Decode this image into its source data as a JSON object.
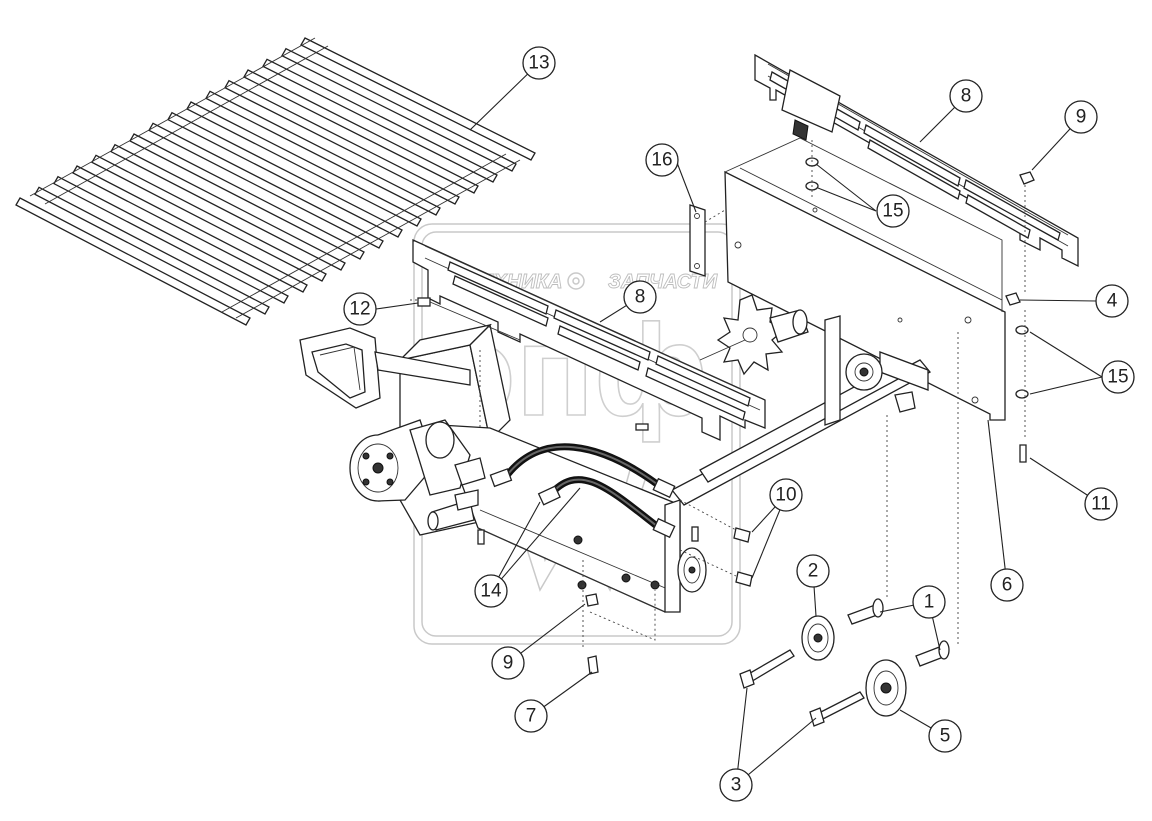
{
  "watermark": {
    "brand_left": "ТЕХНИКА",
    "brand_right": "ЗАПЧАСТИ",
    "logo_letters": "эпф"
  },
  "callouts": [
    {
      "id": "c1a",
      "label": "1"
    },
    {
      "id": "c2",
      "label": "2"
    },
    {
      "id": "c3",
      "label": "3"
    },
    {
      "id": "c4",
      "label": "4"
    },
    {
      "id": "c5",
      "label": "5"
    },
    {
      "id": "c6",
      "label": "6"
    },
    {
      "id": "c7",
      "label": "7"
    },
    {
      "id": "c8a",
      "label": "8"
    },
    {
      "id": "c8b",
      "label": "8"
    },
    {
      "id": "c9a",
      "label": "9"
    },
    {
      "id": "c9b",
      "label": "9"
    },
    {
      "id": "c10",
      "label": "10"
    },
    {
      "id": "c11",
      "label": "11"
    },
    {
      "id": "c12",
      "label": "12"
    },
    {
      "id": "c13",
      "label": "13"
    },
    {
      "id": "c14",
      "label": "14"
    },
    {
      "id": "c15a",
      "label": "15"
    },
    {
      "id": "c15b",
      "label": "15"
    },
    {
      "id": "c16",
      "label": "16"
    }
  ]
}
